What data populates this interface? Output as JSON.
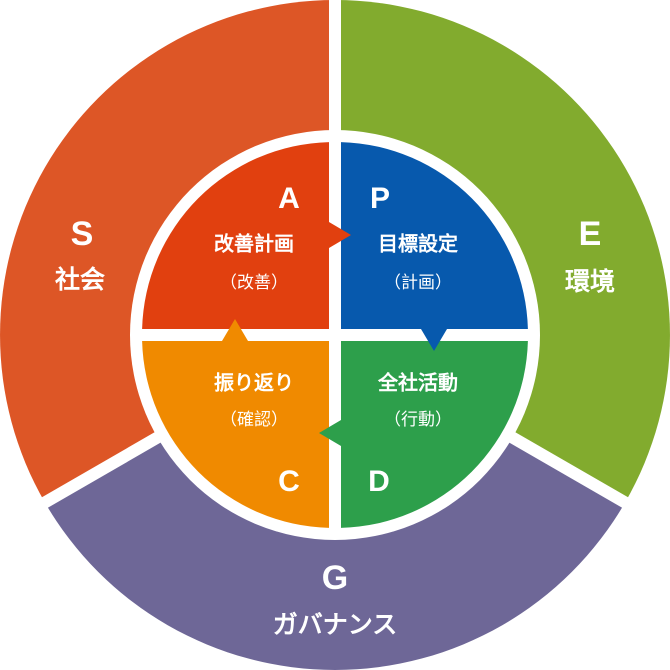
{
  "outer": {
    "social": {
      "letter": "S",
      "label": "社会",
      "color": "#dd5626"
    },
    "environment": {
      "letter": "E",
      "label": "環境",
      "color": "#82ab2e"
    },
    "governance": {
      "letter": "G",
      "label": "ガバナンス",
      "color": "#6e6797"
    }
  },
  "inner": {
    "act": {
      "letter": "A",
      "title": "改善計画",
      "sub": "（改善）",
      "color": "#e1400f"
    },
    "plan": {
      "letter": "P",
      "title": "目標設定",
      "sub": "（計画）",
      "color": "#0759ad"
    },
    "check": {
      "letter": "C",
      "title": "振り返り",
      "sub": "（確認）",
      "color": "#f08a00"
    },
    "do": {
      "letter": "D",
      "title": "全社活動",
      "sub": "（行動）",
      "color": "#2d9f4b"
    }
  }
}
